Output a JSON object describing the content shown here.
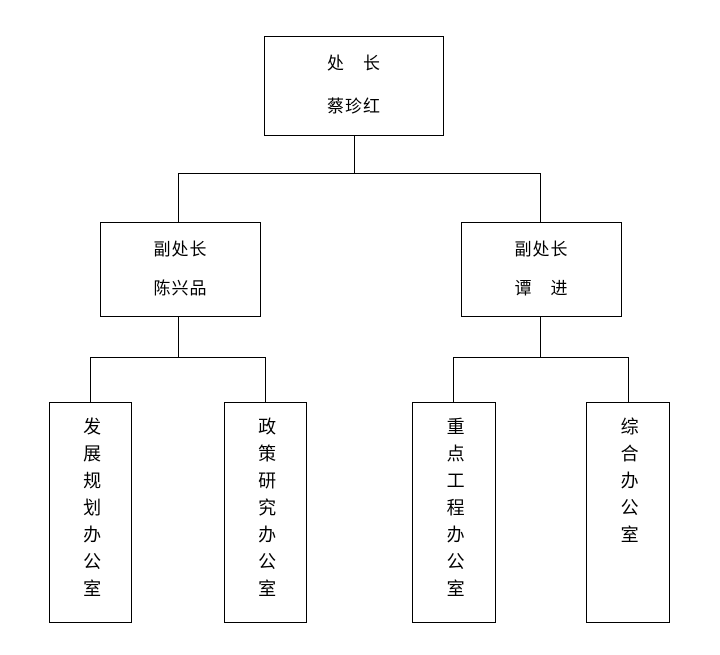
{
  "chart_data": {
    "type": "diagram",
    "diagram_type": "organization-chart",
    "title": "",
    "orientation": "top-down",
    "levels": 3,
    "nodes": [
      {
        "id": "director",
        "level": 1,
        "title": "处　长",
        "name": "蔡珍红",
        "text_direction": "horizontal"
      },
      {
        "id": "deputy-left",
        "level": 2,
        "title": "副处长",
        "name": "陈兴品",
        "text_direction": "horizontal"
      },
      {
        "id": "deputy-right",
        "level": 2,
        "title": "副处长",
        "name": "谭　进",
        "text_direction": "horizontal"
      },
      {
        "id": "office-development-planning",
        "level": 3,
        "label": "发展规划办公室",
        "text_direction": "vertical",
        "parent": "deputy-left"
      },
      {
        "id": "office-policy-research",
        "level": 3,
        "label": "政策研究办公室",
        "text_direction": "vertical",
        "parent": "deputy-left"
      },
      {
        "id": "office-key-projects",
        "level": 3,
        "label": "重点工程办公室",
        "text_direction": "vertical",
        "parent": "deputy-right"
      },
      {
        "id": "office-general-affairs",
        "level": 3,
        "label": "综合办公室",
        "text_direction": "vertical",
        "parent": "deputy-right"
      }
    ],
    "edges": [
      {
        "from": "director",
        "to": "deputy-left"
      },
      {
        "from": "director",
        "to": "deputy-right"
      },
      {
        "from": "deputy-left",
        "to": "office-development-planning"
      },
      {
        "from": "deputy-left",
        "to": "office-policy-research"
      },
      {
        "from": "deputy-right",
        "to": "office-key-projects"
      },
      {
        "from": "deputy-right",
        "to": "office-general-affairs"
      }
    ],
    "colors": {
      "background": "#ffffff",
      "box_border": "#000000",
      "box_fill": "#ffffff",
      "connector": "#000000",
      "text": "#000000"
    }
  },
  "chart": {
    "director": {
      "title": "处　长",
      "name": "蔡珍红"
    },
    "deputy_left": {
      "title": "副处长",
      "name": "陈兴品"
    },
    "deputy_right": {
      "title": "副处长",
      "name": "谭　进"
    },
    "offices": [
      {
        "label": "发展规划办公室"
      },
      {
        "label": "政策研究办公室"
      },
      {
        "label": "重点工程办公室"
      },
      {
        "label": "综合办公室"
      }
    ]
  }
}
